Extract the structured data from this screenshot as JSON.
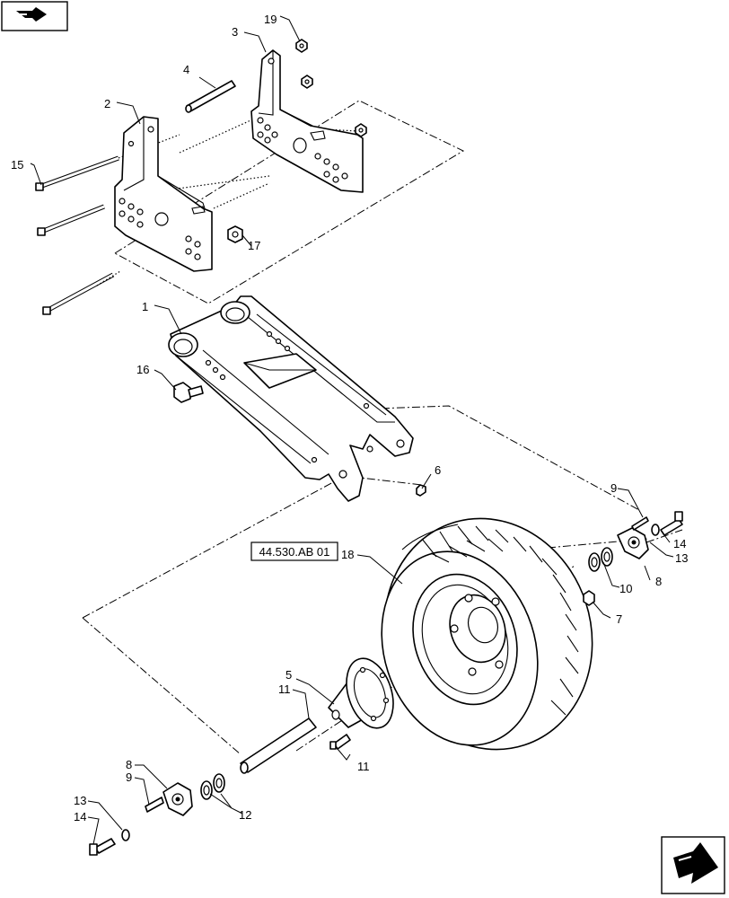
{
  "callouts": [
    {
      "id": "c1",
      "text": "1"
    },
    {
      "id": "c2",
      "text": "2"
    },
    {
      "id": "c3",
      "text": "3"
    },
    {
      "id": "c4",
      "text": "4"
    },
    {
      "id": "c5",
      "text": "5"
    },
    {
      "id": "c6",
      "text": "6"
    },
    {
      "id": "c7",
      "text": "7"
    },
    {
      "id": "c8a",
      "text": "8"
    },
    {
      "id": "c8b",
      "text": "8"
    },
    {
      "id": "c9a",
      "text": "9"
    },
    {
      "id": "c9b",
      "text": "9"
    },
    {
      "id": "c10",
      "text": "10"
    },
    {
      "id": "c11a",
      "text": "11"
    },
    {
      "id": "c11b",
      "text": "11"
    },
    {
      "id": "c12",
      "text": "12"
    },
    {
      "id": "c13a",
      "text": "13"
    },
    {
      "id": "c13b",
      "text": "13"
    },
    {
      "id": "c14a",
      "text": "14"
    },
    {
      "id": "c14b",
      "text": "14"
    },
    {
      "id": "c15",
      "text": "15"
    },
    {
      "id": "c16",
      "text": "16"
    },
    {
      "id": "c17",
      "text": "17"
    },
    {
      "id": "c18",
      "text": "18"
    },
    {
      "id": "c19",
      "text": "19"
    }
  ],
  "reference": {
    "text": "44.530.AB 01"
  },
  "icons": {
    "top_left": "previous-page-icon",
    "bottom_right": "next-page-icon"
  }
}
